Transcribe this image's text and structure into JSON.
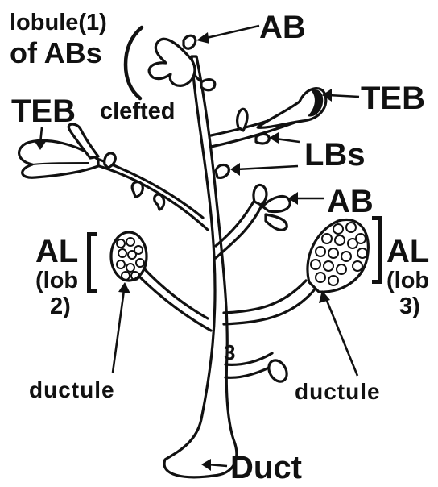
{
  "labels": {
    "lobule_line1": "lobule(1)",
    "lobule_line2": "of ABs",
    "ab_top": "AB",
    "teb_right": "TEB",
    "teb_left": "TEB",
    "clefted": "clefted",
    "lbs": "LBs",
    "ab_mid": "AB",
    "al_left": "AL",
    "lob_left_1": "(lob",
    "lob_left_2": "2)",
    "al_right": "AL",
    "lob_right_1": "(lob",
    "lob_right_2": "3)",
    "ductule_left": "ductule",
    "ductule_right": "ductule",
    "duct": "Duct",
    "mark_3": "3"
  },
  "colors": {
    "ink": "#111111",
    "background": "#ffffff"
  }
}
